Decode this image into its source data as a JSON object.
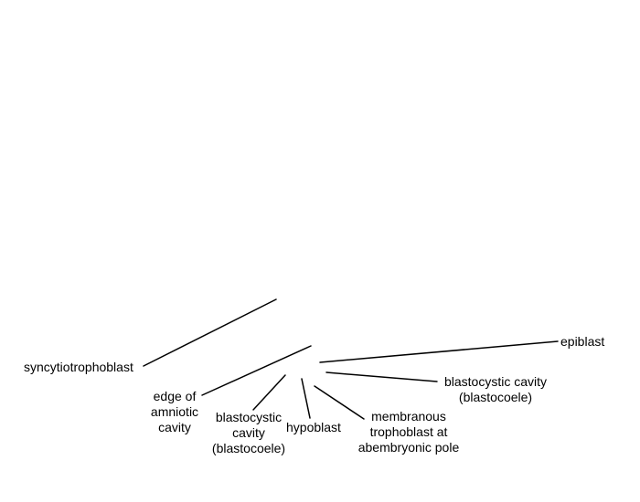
{
  "diagram": {
    "line_color": "#000000",
    "text_color": "#000000",
    "labels": {
      "syncytiotrophoblast": [
        "syncytiotrophoblast"
      ],
      "edge_of_amniotic_cavity": [
        "edge of",
        "amniotic",
        "cavity"
      ],
      "blastocystic_cavity_left": [
        "blastocystic",
        "cavity",
        "(blastocoele)"
      ],
      "hypoblast": [
        "hypoblast"
      ],
      "membranous_trophoblast": [
        "membranous",
        "trophoblast at",
        "abembryonic pole"
      ],
      "blastocystic_cavity_right": [
        "blastocystic cavity",
        "(blastocoele)"
      ],
      "epiblast": [
        "epiblast"
      ]
    }
  }
}
